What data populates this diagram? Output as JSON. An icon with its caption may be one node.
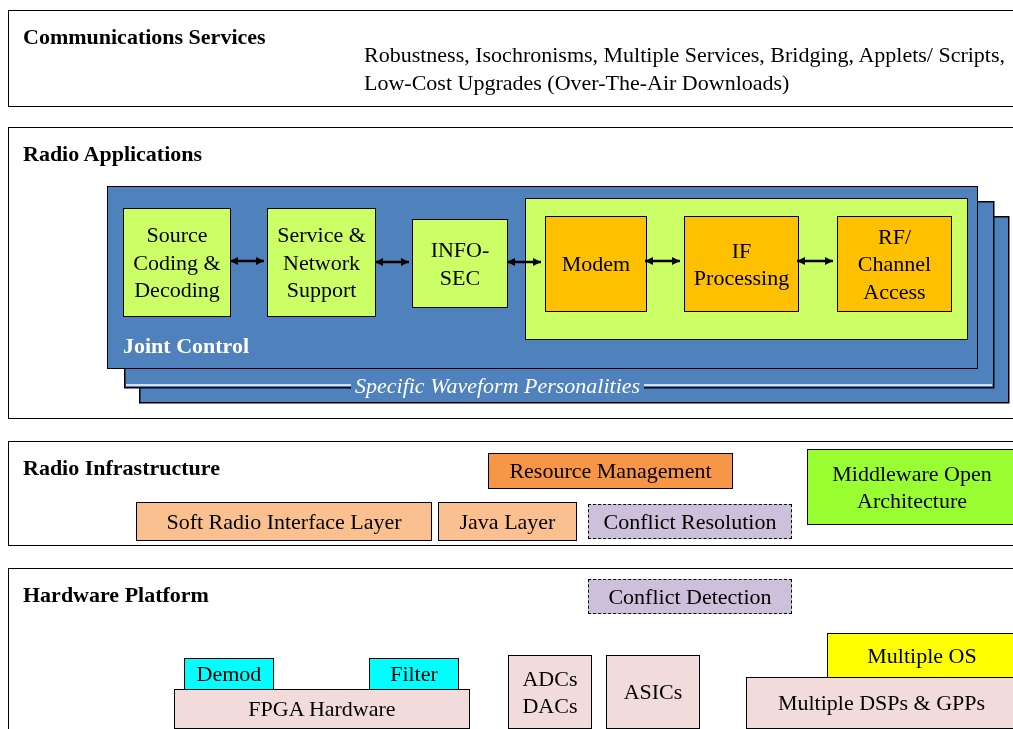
{
  "diagram": {
    "nodes": [
      {
        "text": [
          "Communications Services",
          "Robustness, Isochronisms,  Multiple Services, Bridging, Applets/ Scripts, Low-Cost Upgrades (Over-The-Air Downloads)"
        ]
      },
      {
        "text": [
          "Radio Applications"
        ]
      },
      {
        "text": [
          "Joint Control"
        ],
        "in": 1
      },
      {
        "text": [
          "Source Coding & Decoding"
        ],
        "in": 2
      },
      {
        "text": [
          "Service & Network Support"
        ],
        "in": 2
      },
      {
        "text": [
          "INFO- SEC"
        ],
        "in": 2
      },
      {
        "text": [],
        "shape": "box",
        "in": 2
      },
      {
        "text": [
          "Modem"
        ],
        "in": 6
      },
      {
        "text": [
          "IF Processing"
        ],
        "in": 6
      },
      {
        "text": [
          "RF/ Channel Access"
        ],
        "in": 6
      },
      {
        "text": [
          "Radio Infrastructure"
        ]
      },
      {
        "text": [
          "Resource Management"
        ],
        "in": 10
      },
      {
        "text": [
          "Middleware Open Architecture"
        ],
        "in": 10
      },
      {
        "text": [
          "Soft Radio Interface Layer"
        ],
        "in": 10
      },
      {
        "text": [
          "Java Layer"
        ],
        "in": 10
      },
      {
        "text": [
          "Conflict Resolution"
        ],
        "in": 10
      },
      {
        "text": [
          "Hardware Platform"
        ]
      },
      {
        "text": [
          "Conflict Detection"
        ],
        "in": 16
      },
      {
        "text": [
          "Demod"
        ],
        "in": 16
      },
      {
        "text": [
          "Filter"
        ],
        "in": 16
      },
      {
        "text": [
          "FPGA Hardware"
        ],
        "in": 16
      },
      {
        "text": [
          "ADCs DACs"
        ],
        "in": 16
      },
      {
        "text": [
          "ASICs"
        ],
        "in": 16
      },
      {
        "text": [
          "Multiple OS"
        ],
        "in": 16
      },
      {
        "text": [
          "Multiple DSPs & GPPs"
        ],
        "in": 16
      }
    ],
    "edges": [
      {
        "from": 3,
        "to": 4,
        "arrow": "both"
      },
      {
        "from": 4,
        "to": 5,
        "arrow": "both"
      },
      {
        "from": 5,
        "to": 7,
        "arrow": "both"
      },
      {
        "from": 7,
        "to": 8,
        "arrow": "both"
      },
      {
        "from": 8,
        "to": 9,
        "arrow": "both"
      }
    ],
    "labels": [
      "Specific Waveform Personalities"
    ]
  }
}
